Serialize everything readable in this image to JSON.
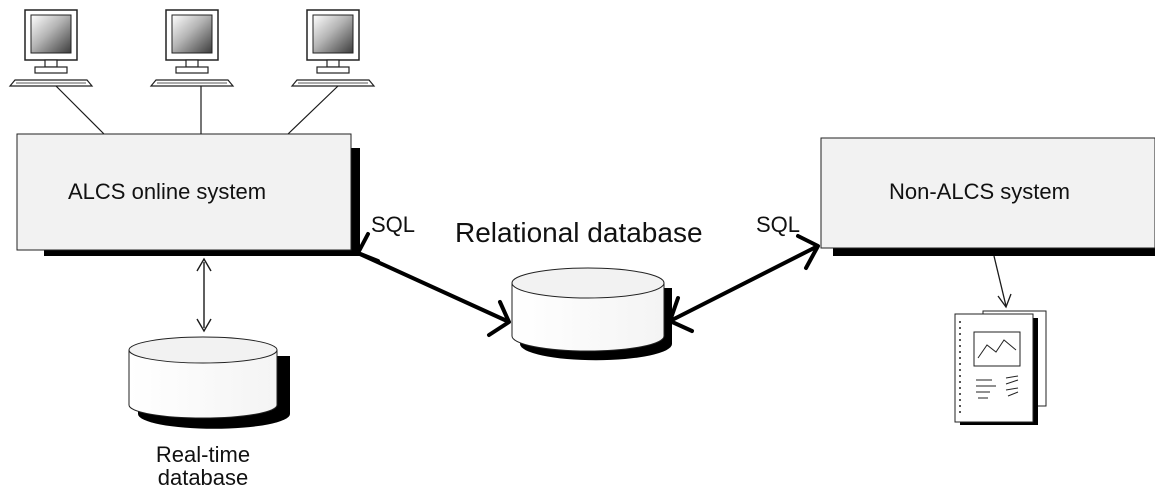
{
  "diagram": {
    "alcs_system_label": "ALCS online system",
    "non_alcs_system_label": "Non-ALCS system",
    "relational_db_label": "Relational database",
    "sql_left_label": "SQL",
    "sql_right_label": "SQL",
    "realtime_db_label_line1": "Real-time",
    "realtime_db_label_line2": "database"
  },
  "terminals": [
    {
      "name": "terminal-1"
    },
    {
      "name": "terminal-2"
    },
    {
      "name": "terminal-3"
    }
  ],
  "colors": {
    "box_fill": "#f2f2f2",
    "shadow": "#000000",
    "line": "#1a1a1a"
  }
}
